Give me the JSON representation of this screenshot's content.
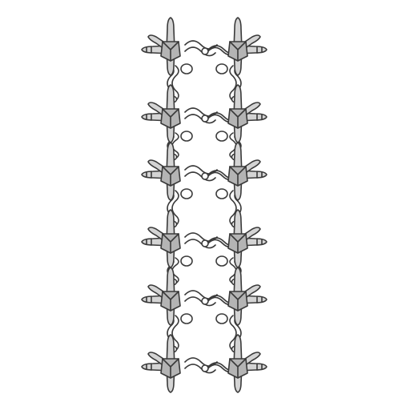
{
  "diagram": {
    "type": "chain-link lattice (line drawing)",
    "columns": 2,
    "rows": 6,
    "ring_rows": 5,
    "colors": {
      "background": "#ffffff",
      "outline": "#3a3a3a",
      "fill": "#d4d4d4",
      "fill_dark": "#b4b4b4",
      "knot_fill": "#ffffff"
    }
  }
}
